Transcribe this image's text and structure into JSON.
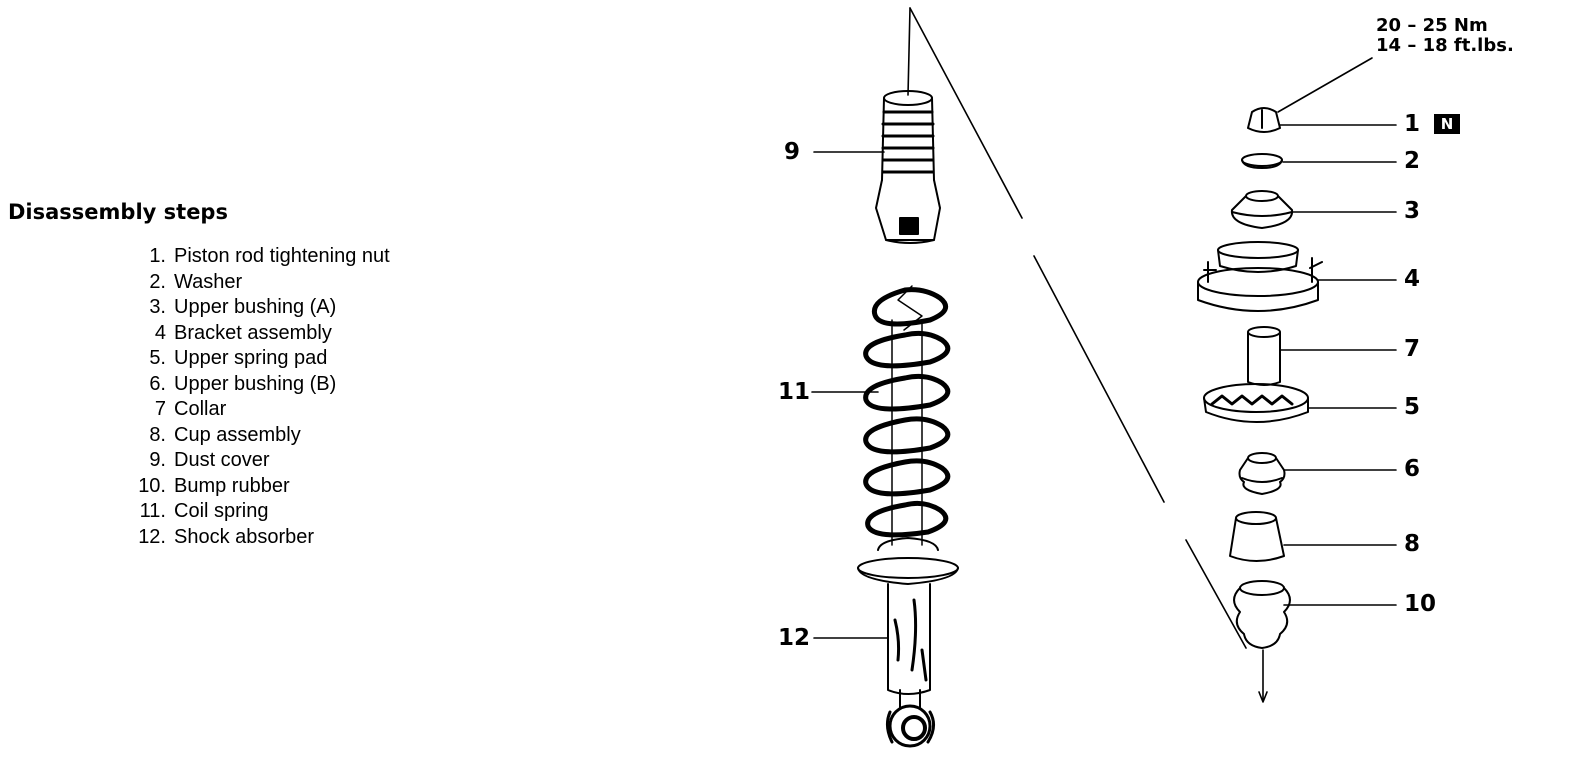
{
  "steps": {
    "title": "Disassembly steps",
    "items": [
      {
        "num": "1.",
        "text": "Piston rod tightening nut"
      },
      {
        "num": "2.",
        "text": "Washer"
      },
      {
        "num": "3.",
        "text": "Upper bushing (A)"
      },
      {
        "num": "4",
        "text": "Bracket assembly"
      },
      {
        "num": "5.",
        "text": "Upper spring pad"
      },
      {
        "num": "6.",
        "text": "Upper bushing (B)"
      },
      {
        "num": "7",
        "text": "Collar"
      },
      {
        "num": "8.",
        "text": "Cup assembly"
      },
      {
        "num": "9.",
        "text": "Dust cover"
      },
      {
        "num": "10.",
        "text": "Bump rubber"
      },
      {
        "num": "11.",
        "text": "Coil spring"
      },
      {
        "num": "12.",
        "text": "Shock absorber"
      }
    ]
  },
  "torque": {
    "line1": "20 – 25 Nm",
    "line2": "14 – 18 ft.lbs."
  },
  "new_part_mark": "N",
  "callouts": {
    "c1": "1",
    "c2": "2",
    "c3": "3",
    "c4": "4",
    "c5": "5",
    "c6": "6",
    "c7": "7",
    "c8": "8",
    "c9": "9",
    "c10": "10",
    "c11": "11",
    "c12": "12"
  }
}
